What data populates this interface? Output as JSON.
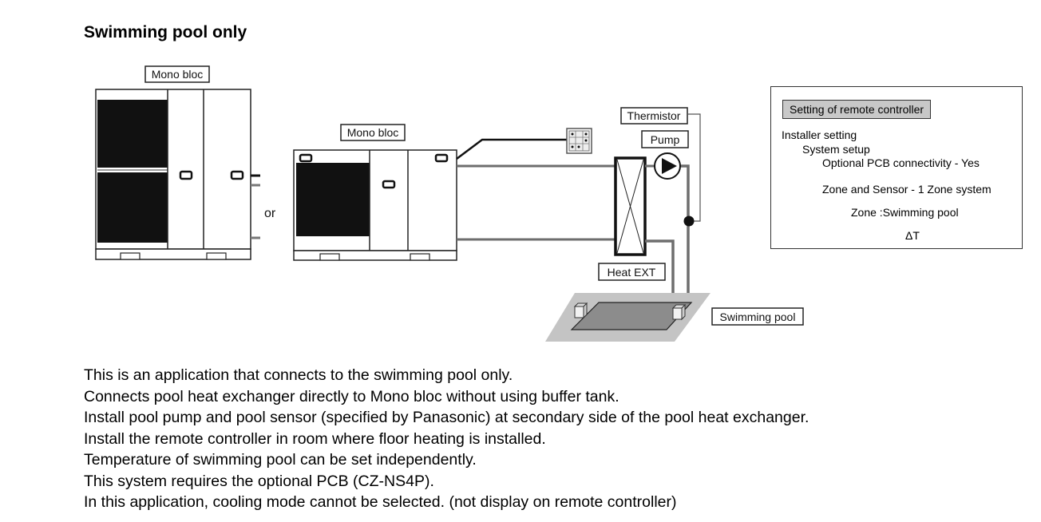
{
  "title": "Swimming pool only",
  "diagram": {
    "labels": {
      "mono_bloc_large": "Mono bloc",
      "mono_bloc_small": "Mono bloc",
      "or": "or",
      "thermistor": "Thermistor",
      "pump": "Pump",
      "heat_ext": "Heat EXT",
      "swimming_pool": "Swimming pool"
    },
    "icons": [
      "outdoor-unit-large",
      "outdoor-unit-small",
      "remote-controller-icon",
      "heat-exchanger-icon",
      "pump-icon",
      "thermistor-sensor-icon",
      "swimming-pool-icon"
    ],
    "colors": {
      "pipe": "#6e6e6e",
      "wire": "#111111",
      "pool_surround": "#c4c4c4",
      "pool_water": "#8c8c8c",
      "header_fill": "#c8c8c8"
    }
  },
  "settings": {
    "header": "Setting of remote controller",
    "lines": [
      "Installer setting",
      "System setup",
      "Optional PCB connectivity - Yes",
      "Zone and Sensor - 1 Zone system",
      "Zone :Swimming pool",
      "ΔT"
    ]
  },
  "description": [
    "This is an application that connects to the swimming pool only.",
    "Connects pool heat exchanger directly to Mono bloc without using buffer tank.",
    "Install pool pump and pool sensor (specified by Panasonic) at secondary side of the pool heat exchanger.",
    "Install the remote controller in room where floor heating is installed.",
    "Temperature of swimming pool can be set independently.",
    "This system requires the optional PCB (CZ-NS4P).",
    "In this application, cooling mode cannot be selected. (not display on remote controller)"
  ]
}
